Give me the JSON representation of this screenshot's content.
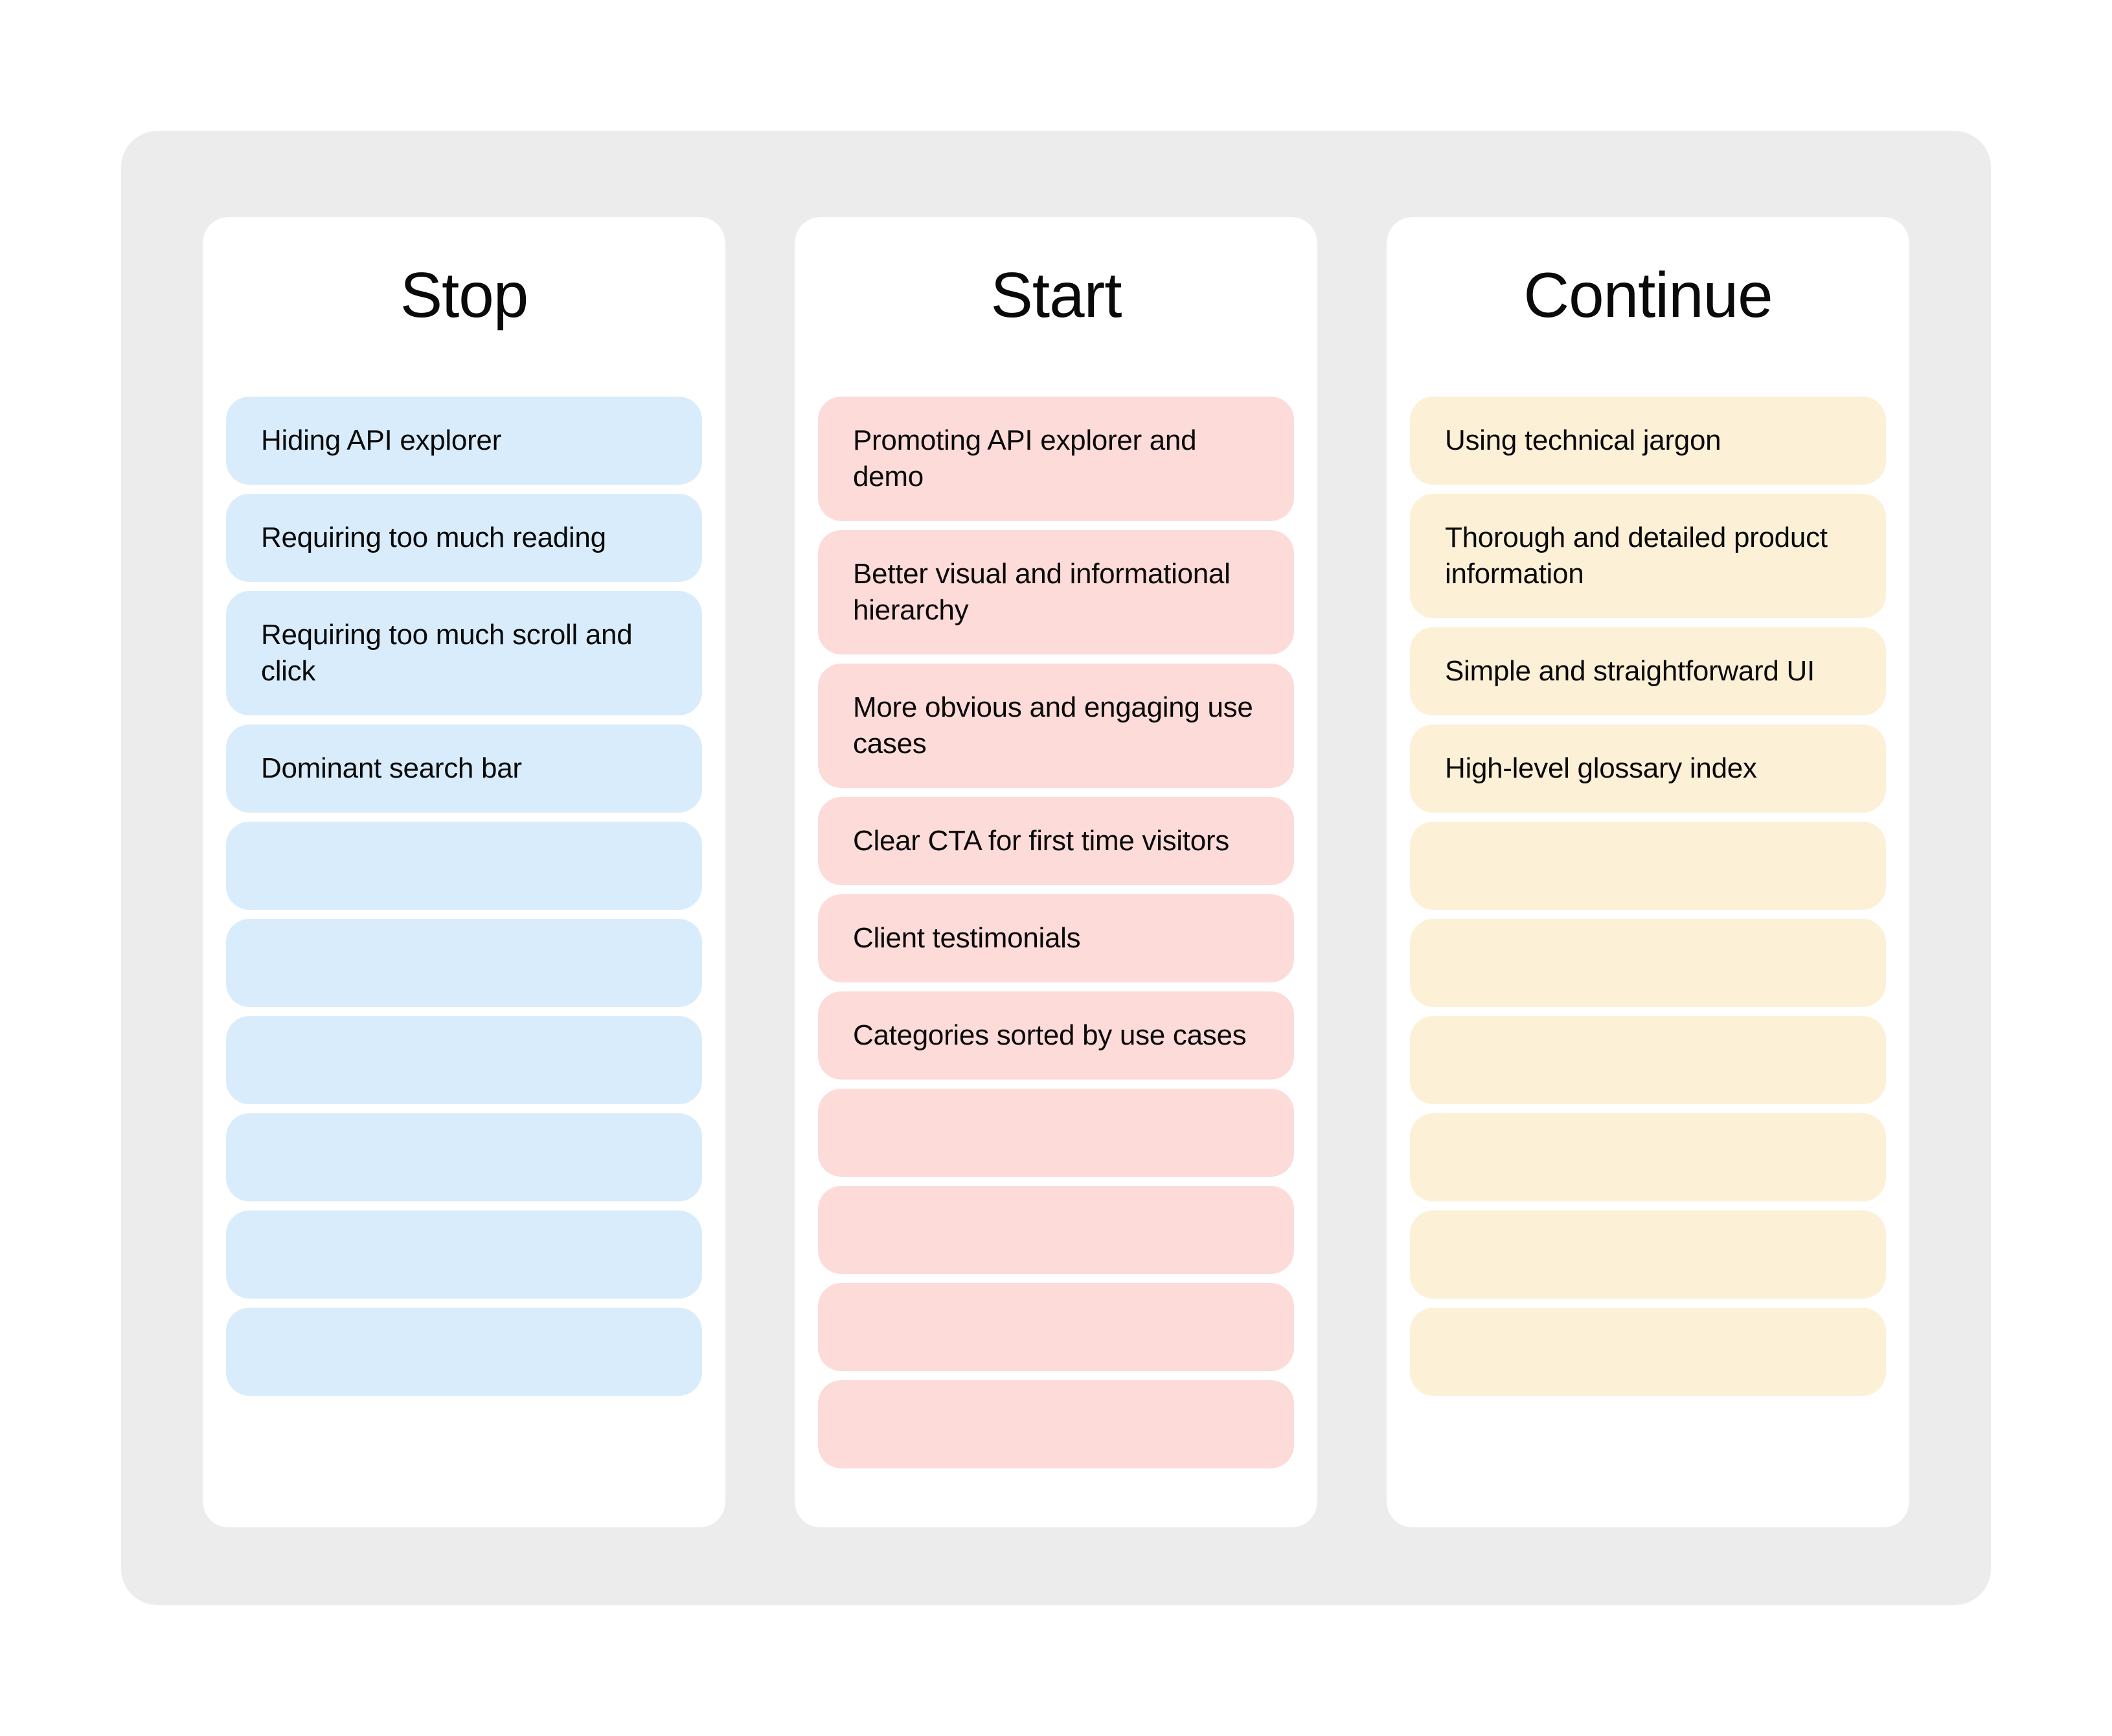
{
  "colors": {
    "page_bg": "#ffffff",
    "board_bg": "#ececec",
    "column_bg": "#ffffff",
    "text": "#0a0a0a",
    "stop_card": "#d9ecfb",
    "start_card": "#fcdbd9",
    "continue_card": "#fcf0d7"
  },
  "columns": [
    {
      "id": "stop",
      "title": "Stop",
      "card_color": "#d9ecfb",
      "cards": [
        "Hiding API explorer",
        "Requiring too much reading",
        "Requiring too much scroll and click",
        "Dominant search bar"
      ],
      "empty_card_count": 6
    },
    {
      "id": "start",
      "title": "Start",
      "card_color": "#fcdbd9",
      "cards": [
        "Promoting API explorer and demo",
        "Better visual and informational hierarchy",
        "More obvious and engaging use cases",
        "Clear CTA for first time visitors",
        "Client testimonials",
        "Categories sorted by use cases"
      ],
      "empty_card_count": 4
    },
    {
      "id": "continue",
      "title": "Continue",
      "card_color": "#fcf0d7",
      "cards": [
        "Using technical jargon",
        "Thorough and detailed product information",
        "Simple and straightforward UI",
        "High-level glossary index"
      ],
      "empty_card_count": 6
    }
  ]
}
